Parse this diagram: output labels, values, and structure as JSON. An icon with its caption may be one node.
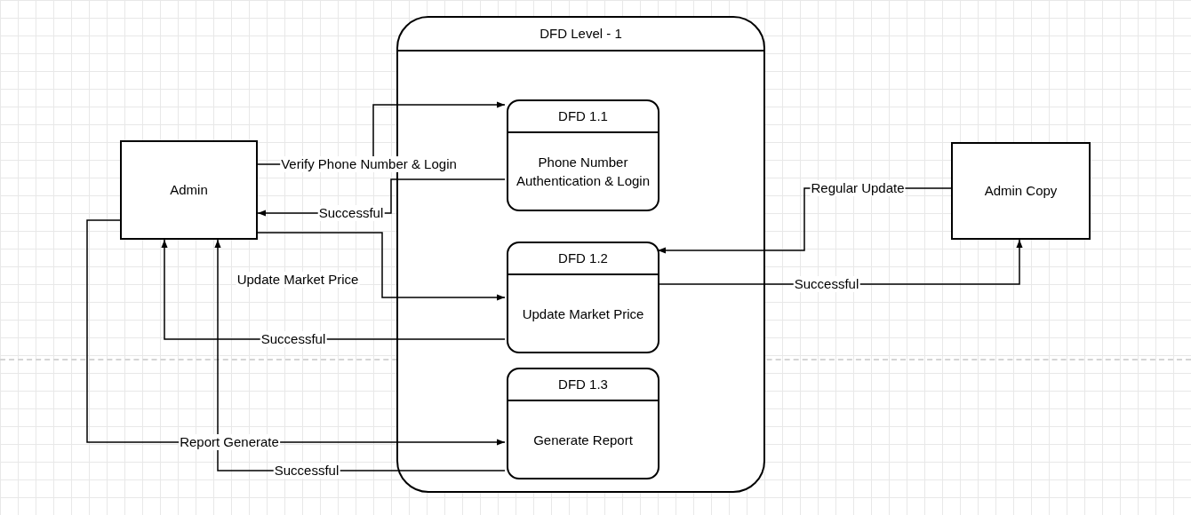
{
  "diagram": {
    "nodes": [
      {
        "text": [
          "DFD Level - 1"
        ]
      },
      {
        "text": [
          "DFD 1.1",
          "Phone Number Authentication & Login"
        ],
        "in": 0
      },
      {
        "text": [
          "DFD 1.2",
          "Update Market Price"
        ],
        "in": 0
      },
      {
        "text": [
          "DFD 1.3",
          "Generate Report"
        ],
        "in": 0
      },
      {
        "text": [
          "Admin"
        ]
      },
      {
        "text": [
          "Admin Copy"
        ]
      }
    ],
    "edges": [
      {
        "from": 4,
        "to": 1,
        "arrow": "to",
        "label": "Verify Phone Number & Login"
      },
      {
        "from": 1,
        "to": 4,
        "arrow": "to",
        "label": "Successful"
      },
      {
        "from": 4,
        "to": 2,
        "arrow": "to",
        "label": "Update Market Price"
      },
      {
        "from": 2,
        "to": 4,
        "arrow": "to",
        "label": "Successful"
      },
      {
        "from": 4,
        "to": 3,
        "arrow": "to",
        "label": "Report Generate"
      },
      {
        "from": 3,
        "to": 4,
        "arrow": "to",
        "label": "Successful"
      },
      {
        "from": 5,
        "to": 2,
        "arrow": "to",
        "label": "Regular Update"
      },
      {
        "from": 2,
        "to": 5,
        "arrow": "to",
        "label": "Successful"
      }
    ]
  }
}
